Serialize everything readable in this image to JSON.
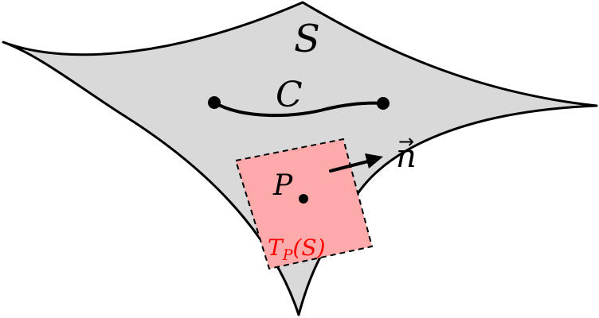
{
  "diagram": {
    "surface_label": "S",
    "curve_label": "C",
    "point_label": "P",
    "normal_label": "n",
    "normal_vector_marker": "→",
    "tangent_plane_label": {
      "main": "T",
      "subscript": "P",
      "argument": "(S)"
    }
  },
  "colors": {
    "surface_fill": "#d9d9d9",
    "outline": "#000000",
    "tangent_plane_fill": "#ffaaaa",
    "tangent_plane_label": "#ff0000"
  }
}
